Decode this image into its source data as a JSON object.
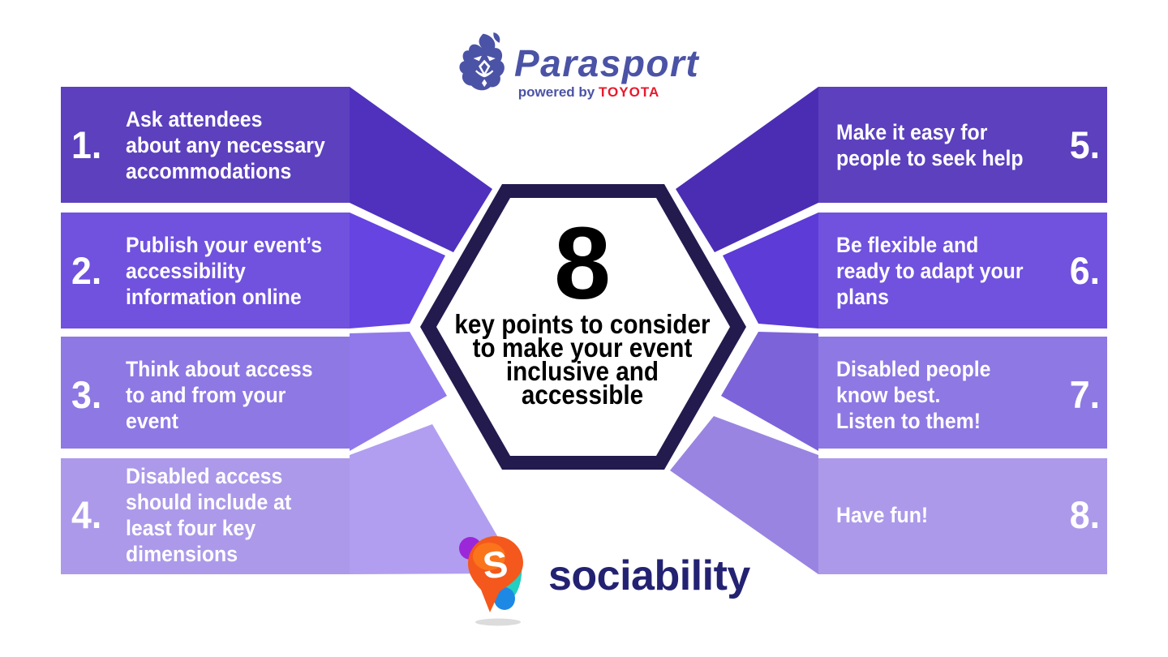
{
  "page": {
    "background": "#FFFFFF"
  },
  "header": {
    "brand": "Parasport",
    "powered_by": "powered by",
    "sponsor": "TOYOTA",
    "brand_color": "#4B53A6",
    "sponsor_color": "#E8192C"
  },
  "center": {
    "number": "8",
    "lines": "key points to consider\nto make your event\ninclusive and\naccessible",
    "border_color": "#231A4E",
    "fill": "#FFFFFF",
    "text_color": "#000000"
  },
  "bands": [
    {
      "num": "1.",
      "text": "Ask attendees\nabout any necessary\naccommodations",
      "color_rect": "#5C40BE",
      "color_angled": "#4F31BE"
    },
    {
      "num": "2.",
      "text": "Publish your event’s\naccessibility\ninformation online",
      "color_rect": "#7052DE",
      "color_angled": "#6644E2"
    },
    {
      "num": "3.",
      "text": "Think about access\nto and from your\nevent",
      "color_rect": "#8E78E3",
      "color_angled": "#9179EC"
    },
    {
      "num": "4.",
      "text": "Disabled access\nshould include at\nleast four key\ndimensions",
      "color_rect": "#AC99EA",
      "color_angled": "#B19EF0"
    },
    {
      "num": "5.",
      "text": "Make it easy for\npeople to seek help",
      "color_rect": "#5C40BE",
      "color_angled": "#4B2DB4"
    },
    {
      "num": "6.",
      "text": "Be flexible and\nready to adapt your\nplans",
      "color_rect": "#7052DE",
      "color_angled": "#5D3BD6"
    },
    {
      "num": "7.",
      "text": "Disabled people\nknow best.\nListen to them!",
      "color_rect": "#8E78E3",
      "color_angled": "#7D63DA"
    },
    {
      "num": "8.",
      "text": "Have fun!",
      "color_rect": "#AC99EA",
      "color_angled": "#9A84E1"
    }
  ],
  "band_text_color": "#FFFFFF",
  "footer": {
    "brand": "sociability",
    "icon_letter": "S",
    "brand_color": "#232272",
    "icon_colors": {
      "orange": "#F4581C",
      "orange_light": "#FF8C1E",
      "teal": "#23CFC0",
      "blue": "#1E88E5",
      "purple": "#9C27D9",
      "shadow": "#DCDCDC"
    }
  }
}
